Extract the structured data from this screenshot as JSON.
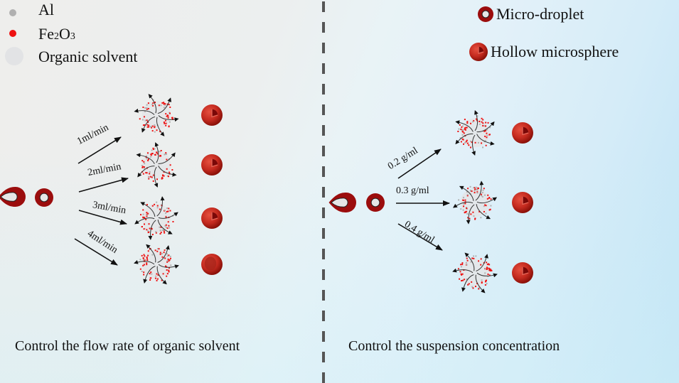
{
  "legend_left": [
    {
      "label": "Al",
      "icon": "gray-dot-icon",
      "color": "#a9a9a9"
    },
    {
      "label": "Fe₂O₃",
      "icon": "red-dot-icon",
      "color": "#ee1111"
    },
    {
      "label": "Organic solvent",
      "icon": "light-gray-circle-icon",
      "color": "#e2e2e4"
    }
  ],
  "legend_right": [
    {
      "label": "Micro-droplet",
      "icon": "micro-droplet-icon",
      "color": "#9b0d0d"
    },
    {
      "label": "Hollow microsphere",
      "icon": "hollow-microsphere-icon",
      "color": "#c42a1f"
    }
  ],
  "left_panel": {
    "caption": "Control the flow rate of organic solvent",
    "conditions": [
      "1ml/min",
      "2ml/min",
      "3ml/min",
      "4ml/min"
    ]
  },
  "right_panel": {
    "caption": "Control the suspension concentration",
    "conditions": [
      "0.2 g/ml",
      "0.3 g/ml",
      "0.4 g/ml"
    ]
  },
  "colors": {
    "droplet": "#9b0d0d",
    "sphere": "#c42a1f",
    "sphere_dark": "#7a0808",
    "fe2o3": "#ee1111",
    "al": "#b0b0b0",
    "divider": "#555555",
    "arrow": "#111111"
  }
}
